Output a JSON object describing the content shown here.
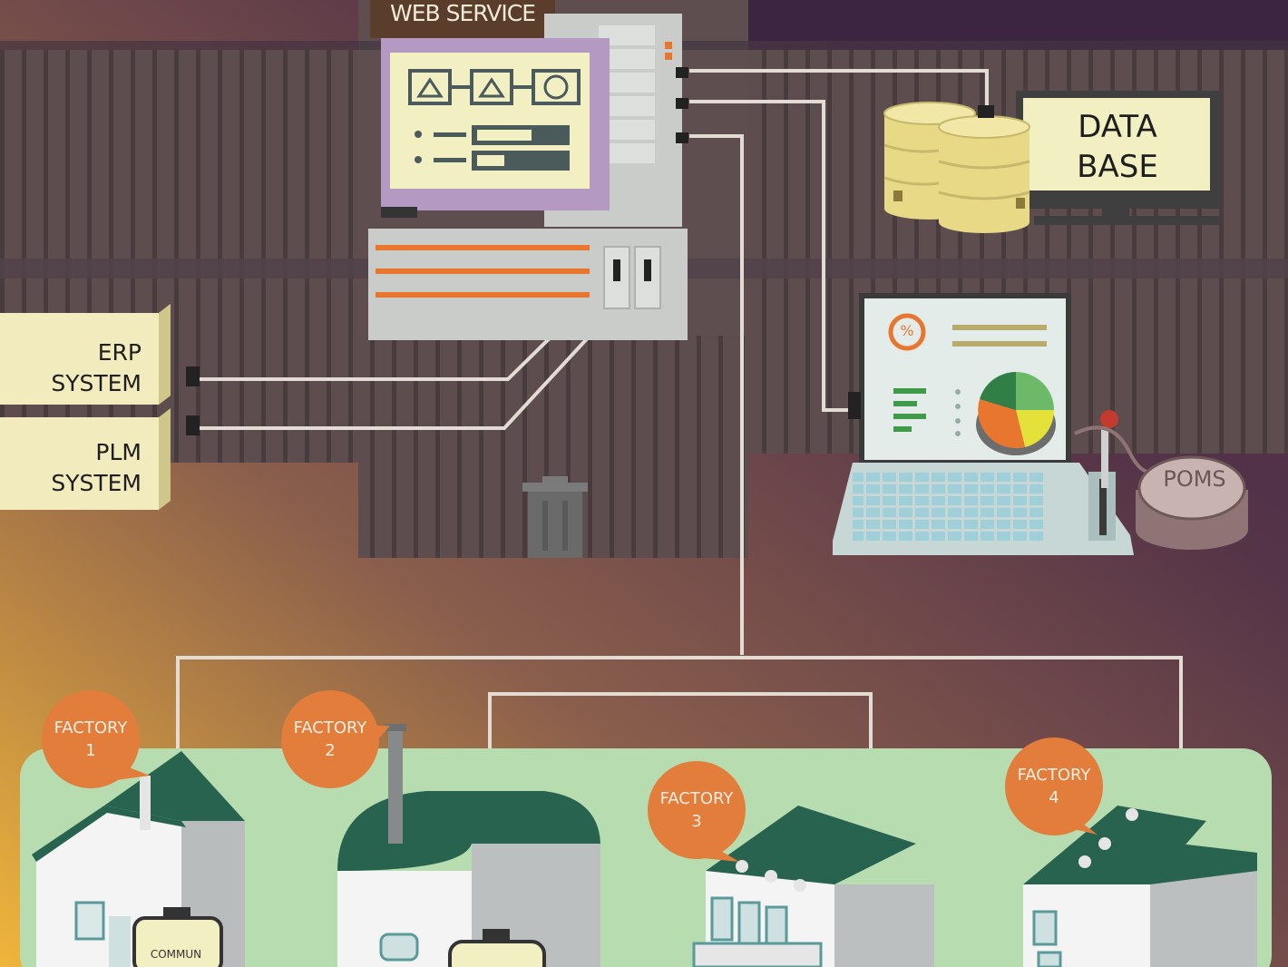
{
  "labels": {
    "web_service": "WEB SERVICE",
    "database_line1": "DATA",
    "database_line2": "BASE",
    "erp_line1": "ERP",
    "erp_line2": "SYSTEM",
    "plm_line1": "PLM",
    "plm_line2": "SYSTEM",
    "poms": "POMS",
    "pct_symbol": "%",
    "communicator": "COMMUN",
    "factories": [
      {
        "line1": "FACTORY",
        "line2": "1"
      },
      {
        "line1": "FACTORY",
        "line2": "2"
      },
      {
        "line1": "FACTORY",
        "line2": "3"
      },
      {
        "line1": "FACTORY",
        "line2": "4"
      }
    ]
  },
  "colors": {
    "background_top": "#4c2f4a",
    "background_bottom_left": "#efb03c",
    "wall": "#5a4a4c",
    "server_body": "#c9cdc9",
    "screen_frame": "#b49ac3",
    "screen": "#f2efc2",
    "accent_orange": "#e8762f",
    "database": "#e8d987",
    "ground": "#b6dcaf",
    "roof": "#27634f",
    "callout": "#e27d3b",
    "connector_line": "#e2dcd4"
  }
}
